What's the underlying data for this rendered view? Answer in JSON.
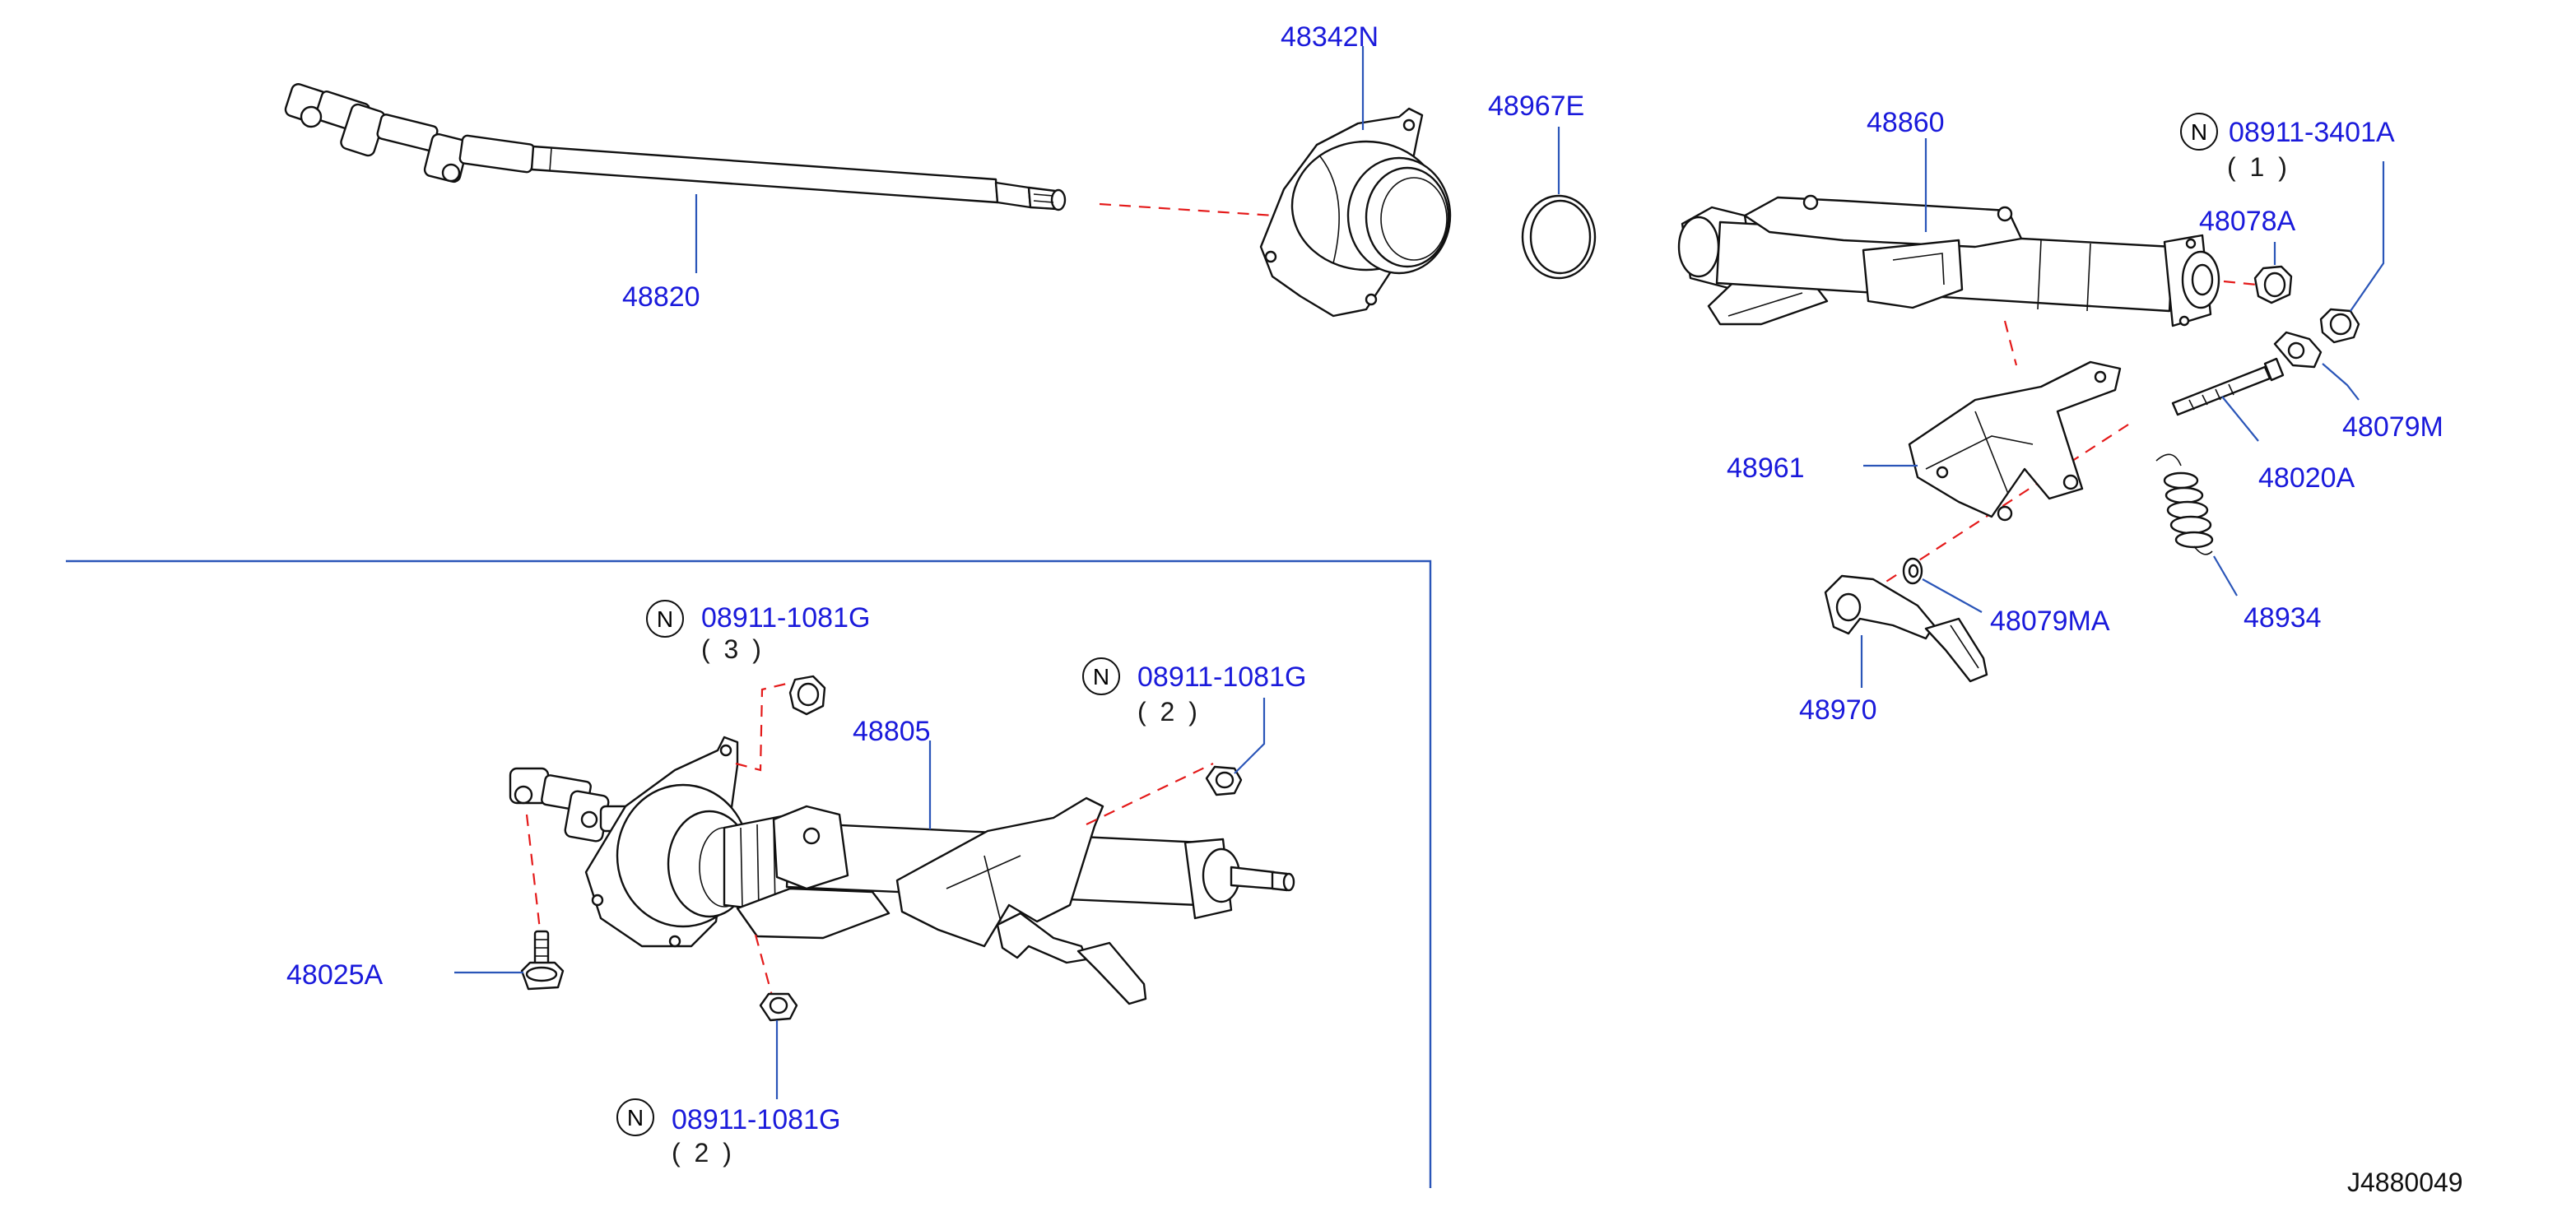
{
  "diagram_id": "J4880049",
  "parts": {
    "p48342N": "48342N",
    "p48967E": "48967E",
    "p48860": "48860",
    "p48820": "48820",
    "p48078A": "48078A",
    "p48079M": "48079M",
    "p48020A": "48020A",
    "p48961": "48961",
    "p48079MA": "48079MA",
    "p48934": "48934",
    "p48970": "48970",
    "p48805": "48805",
    "p48025A": "48025A"
  },
  "callouts": {
    "top_right_nut": {
      "badge": "N",
      "code": "08911-3401A",
      "qty": "( 1 )"
    },
    "upper_nut": {
      "badge": "N",
      "code": "08911-1081G",
      "qty": "( 3 )"
    },
    "right_nut": {
      "badge": "N",
      "code": "08911-1081G",
      "qty": "( 2 )"
    },
    "lower_nut": {
      "badge": "N",
      "code": "08911-1081G",
      "qty": "( 2 )"
    }
  },
  "colors": {
    "label": "#1a1adb",
    "leader": "#2a55b8",
    "dash": "#e41a1a",
    "outline": "#111111"
  }
}
